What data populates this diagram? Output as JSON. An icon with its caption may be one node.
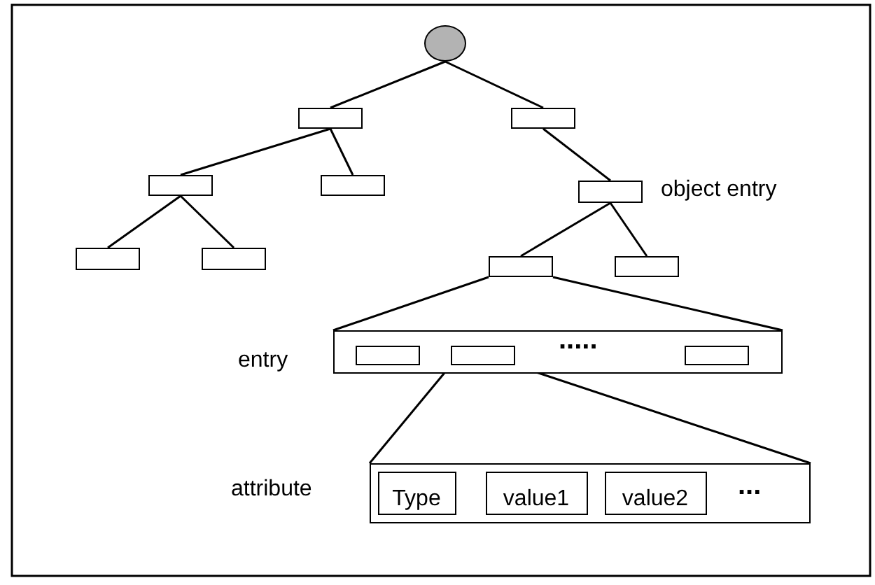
{
  "diagram": {
    "nodes": [
      {
        "text": [],
        "shape": "circle"
      },
      {
        "text": [],
        "shape": "box"
      },
      {
        "text": [],
        "shape": "box"
      },
      {
        "text": [],
        "shape": "box"
      },
      {
        "text": [],
        "shape": "box"
      },
      {
        "text": [],
        "shape": "box",
        "beside": [
          "object entry"
        ]
      },
      {
        "text": [],
        "shape": "box"
      },
      {
        "text": [],
        "shape": "box"
      },
      {
        "text": [],
        "shape": "box"
      },
      {
        "text": [],
        "shape": "box"
      },
      {
        "text": [
          "....."
        ],
        "beside": [
          "entry"
        ]
      },
      {
        "text": [],
        "shape": "box",
        "in": 10
      },
      {
        "text": [],
        "shape": "box",
        "in": 10
      },
      {
        "text": [],
        "shape": "box",
        "in": 10
      },
      {
        "text": [
          "..."
        ],
        "beside": [
          "attribute"
        ]
      },
      {
        "text": [
          "Type"
        ],
        "in": 14
      },
      {
        "text": [
          "value1"
        ],
        "in": 14
      },
      {
        "text": [
          "value2"
        ],
        "in": 14
      }
    ],
    "edges": [
      {
        "from": 0,
        "to": 1,
        "arrow": "none"
      },
      {
        "from": 0,
        "to": 2,
        "arrow": "none"
      },
      {
        "from": 1,
        "to": 3,
        "arrow": "none"
      },
      {
        "from": 1,
        "to": 4,
        "arrow": "none"
      },
      {
        "from": 2,
        "to": 5,
        "arrow": "none"
      },
      {
        "from": 3,
        "to": 6,
        "arrow": "none"
      },
      {
        "from": 3,
        "to": 7,
        "arrow": "none"
      },
      {
        "from": 5,
        "to": 8,
        "arrow": "none"
      },
      {
        "from": 5,
        "to": 9,
        "arrow": "none"
      },
      {
        "from": 8,
        "to": 10,
        "arrow": "none"
      },
      {
        "from": 8,
        "to": 10,
        "arrow": "none"
      },
      {
        "from": 12,
        "to": 14,
        "arrow": "none"
      },
      {
        "from": 12,
        "to": 14,
        "arrow": "none"
      }
    ]
  }
}
